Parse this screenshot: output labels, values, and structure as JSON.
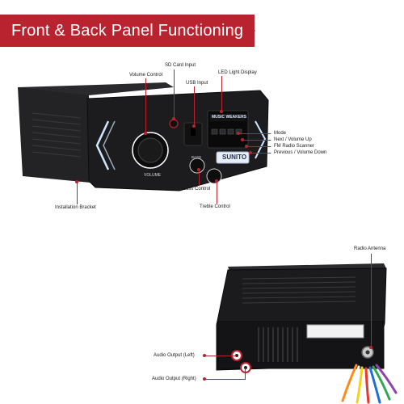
{
  "banner": {
    "title": "Front & Back Panel Functioning"
  },
  "front_labels": {
    "sd_card_input": "SD Card Input",
    "volume_control": "Volume Control",
    "usb_input": "USB Input",
    "led_light_display": "LED Light Display",
    "mode": "Mode",
    "next_volume_up": "Next / Volume Up",
    "fm_radio_scanner": "FM Radio Scanner",
    "previous_volume_down": "Previous / Volume Down",
    "bass_control": "Bass Control",
    "treble_control": "Treble Control",
    "installation_bracket": "Installation Bracket"
  },
  "back_labels": {
    "radio_antenna": "Radio Antenna",
    "audio_output_left": "Audio Output (Left)",
    "audio_output_right": "Audio Output (Right)"
  },
  "device_text": {
    "display_text": "MUSIC WEAKERS",
    "brand": "SUNITO",
    "knob_label_volume": "VOLUME",
    "knob_label_bass": "BASS"
  },
  "colors": {
    "accent": "#b8232f",
    "device_body": "#1c1c1e",
    "led_glow": "#cfe6ff"
  }
}
